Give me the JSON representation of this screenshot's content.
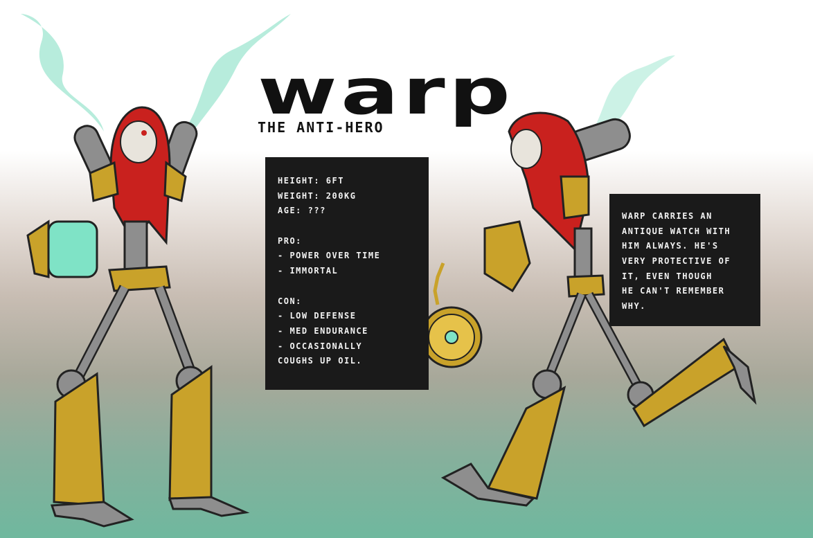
{
  "title": "warp",
  "subtitle": "THE ANTI-HERO",
  "stats_panel": {
    "lines": [
      "HEIGHT: 6FT",
      "WEIGHT: 200KG",
      "AGE: ???",
      "",
      "PRO:",
      "- POWER OVER TIME",
      "- IMMORTAL",
      "",
      "CON:",
      "- LOW DEFENSE",
      "- MED ENDURANCE",
      "- OCCASIONALLY",
      "COUGHS UP OIL."
    ]
  },
  "lore_panel": {
    "lines": [
      "WARP CARRIES AN",
      "ANTIQUE WATCH WITH",
      "HIM ALWAYS. HE'S",
      "VERY PROTECTIVE OF",
      "IT, EVEN THOUGH",
      "HE CAN'T REMEMBER",
      "WHY."
    ]
  },
  "colors": {
    "cloak": "#c9211e",
    "gold": "#c9a22a",
    "metal": "#8e8e8e",
    "glow": "#7fe3c6",
    "panel": "#1a1a1a",
    "ink": "#111111"
  }
}
